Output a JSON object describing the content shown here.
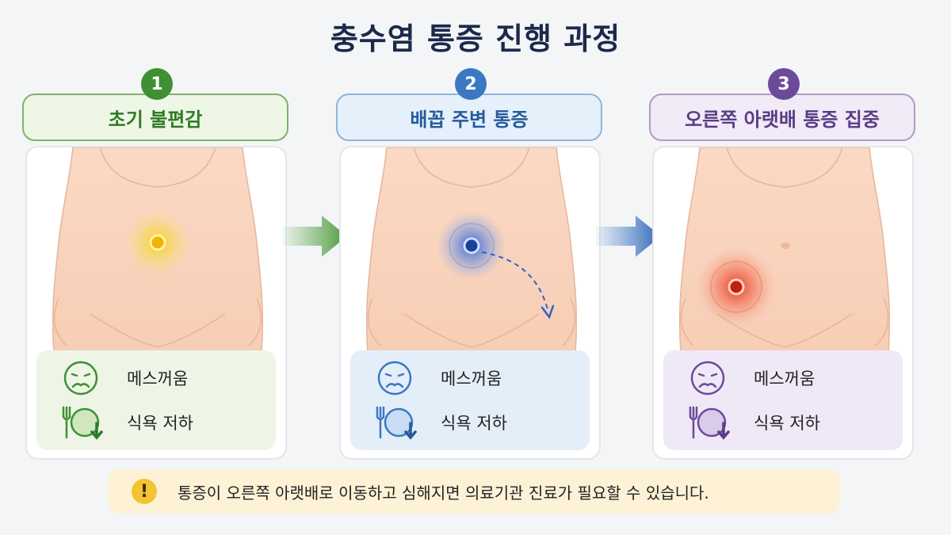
{
  "title": "충수염 통증 진행 과정",
  "stages": [
    {
      "number": "1",
      "label": "초기 불편감",
      "accent": "#3f8f33",
      "pain_color": "#f2c21c",
      "symptoms": [
        {
          "icon": "nauseous-face-icon",
          "label": "메스꺼움"
        },
        {
          "icon": "plate-fork-down-arrow-icon",
          "label": "식욕 저하"
        }
      ]
    },
    {
      "number": "2",
      "label": "배꼽 주변 통증",
      "accent": "#3a78c3",
      "pain_color": "#2c62c8",
      "symptoms": [
        {
          "icon": "nauseous-face-icon",
          "label": "메스꺼움"
        },
        {
          "icon": "plate-fork-down-arrow-icon",
          "label": "식욕 저하"
        }
      ]
    },
    {
      "number": "3",
      "label": "오른쪽 아랫배 통증 집중",
      "accent": "#6c4a9a",
      "pain_color": "#e8442a",
      "symptoms": [
        {
          "icon": "nauseous-face-icon",
          "label": "메스꺼움"
        },
        {
          "icon": "plate-fork-down-arrow-icon",
          "label": "식욕 저하"
        }
      ]
    }
  ],
  "notice": {
    "icon": "exclamation-icon",
    "symbol": "!",
    "text": "통증이 오른쪽 아랫배로 이동하고 심해지면 의료기관 진료가 필요할 수 있습니다."
  }
}
